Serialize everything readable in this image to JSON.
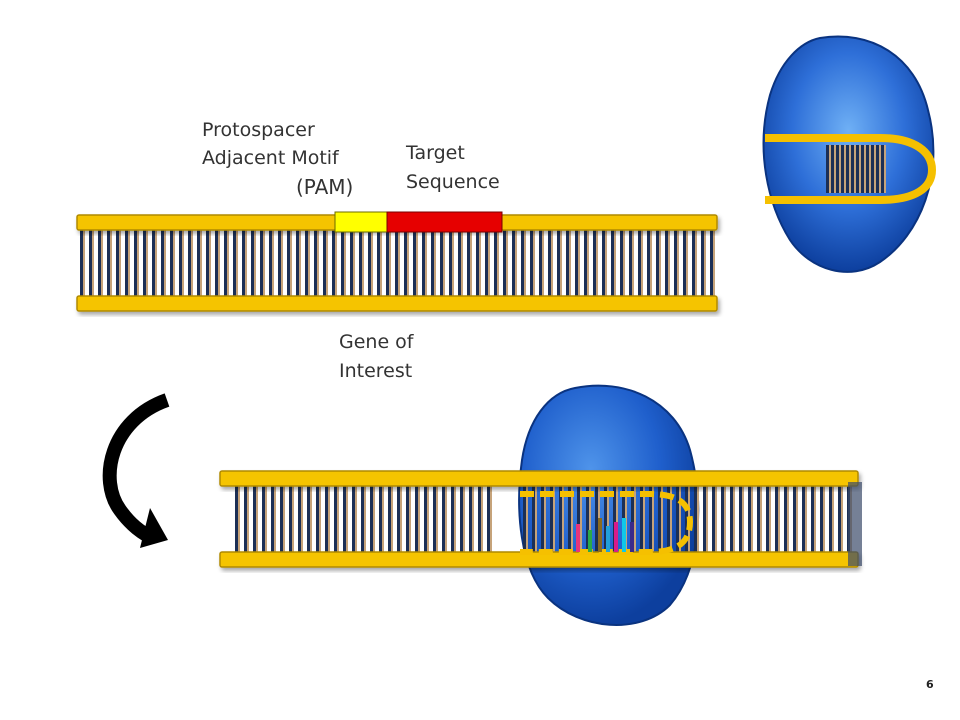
{
  "labels": {
    "pam_line1": "Protospacer",
    "pam_line2": "Adjacent Motif",
    "pam_line3": "(PAM)",
    "target_line1": "Target",
    "target_line2": "Sequence",
    "gene_line1": "Gene of",
    "gene_line2": "Interest"
  },
  "page_number": "6",
  "colors": {
    "backbone": "#f5c400",
    "backbone_edge": "#b08a00",
    "rung_dark": "#1c2f55",
    "rung_light": "#c6a37a",
    "pam": "#ffff00",
    "target": "#e60000",
    "cas9_light": "#4f94ea",
    "cas9_dark": "#0d3f9e",
    "guide_rna": "#f5c000"
  }
}
